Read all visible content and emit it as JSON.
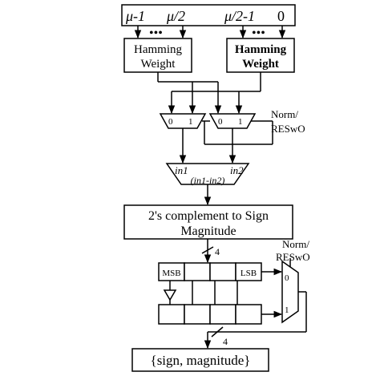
{
  "input_bus": {
    "labels": [
      "μ-1",
      "μ/2",
      "μ/2-1",
      "0"
    ],
    "ellipsis": "•••"
  },
  "hamming_left": {
    "line1": "Hamming",
    "line2": "Weight"
  },
  "hamming_right": {
    "line1": "Hamming",
    "line2": "Weight"
  },
  "mux_top_left": {
    "in0": "0",
    "in1": "1"
  },
  "mux_top_right": {
    "in0": "0",
    "in1": "1"
  },
  "select_top": {
    "line1": "Norm/",
    "line2": "RESwO"
  },
  "subtractor": {
    "in1": "in1",
    "in2": "in2",
    "op": "(in1-in2)"
  },
  "converter": {
    "line1": "2's complement to Sign",
    "line2": "Magnitude"
  },
  "bus_width_1": "4",
  "register": {
    "msb": "MSB",
    "lsb": "LSB"
  },
  "select_bottom": {
    "line1": "Norm/",
    "line2": "RESwO"
  },
  "mux_bottom": {
    "in0": "0",
    "in1": "1"
  },
  "bus_width_2": "4",
  "output": {
    "label": "{sign, magnitude}"
  }
}
